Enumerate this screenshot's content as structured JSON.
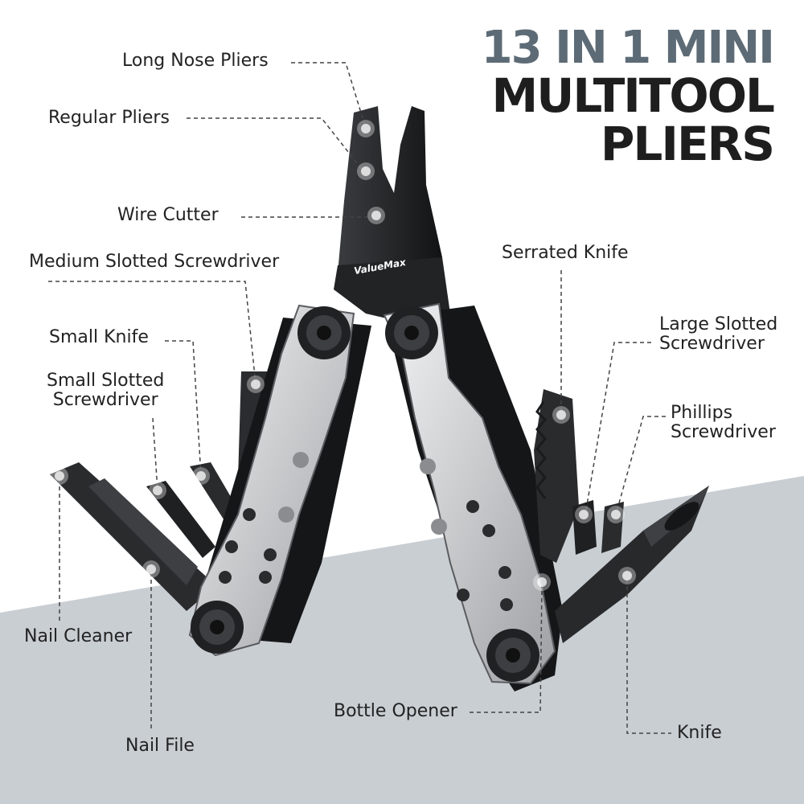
{
  "title": {
    "line1": "13 IN 1 MINI",
    "line2": "MULTITOOL",
    "line3": "PLIERS"
  },
  "brand_label": "ValueMax",
  "callouts": {
    "long_nose_pliers": "Long Nose Pliers",
    "regular_pliers": "Regular Pliers",
    "wire_cutter": "Wire Cutter",
    "medium_slotted_screwdriver": "Medium Slotted Screwdriver",
    "small_knife": "Small Knife",
    "small_slotted_screwdriver": [
      "Small Slotted",
      "Screwdriver"
    ],
    "nail_cleaner": "Nail Cleaner",
    "nail_file": "Nail File",
    "serrated_knife": "Serrated Knife",
    "large_slotted_screwdriver": [
      "Large Slotted",
      "Screwdriver"
    ],
    "phillips_screwdriver": [
      "Phillips",
      "Screwdriver"
    ],
    "knife": "Knife",
    "bottle_opener": "Bottle Opener"
  },
  "colors": {
    "title_accent": "#5d6b76",
    "title_main": "#1e1e1e",
    "background_band": "#c9ced3",
    "tool_black": "#1c1d1f",
    "tool_steel": "#d2d4d6"
  }
}
